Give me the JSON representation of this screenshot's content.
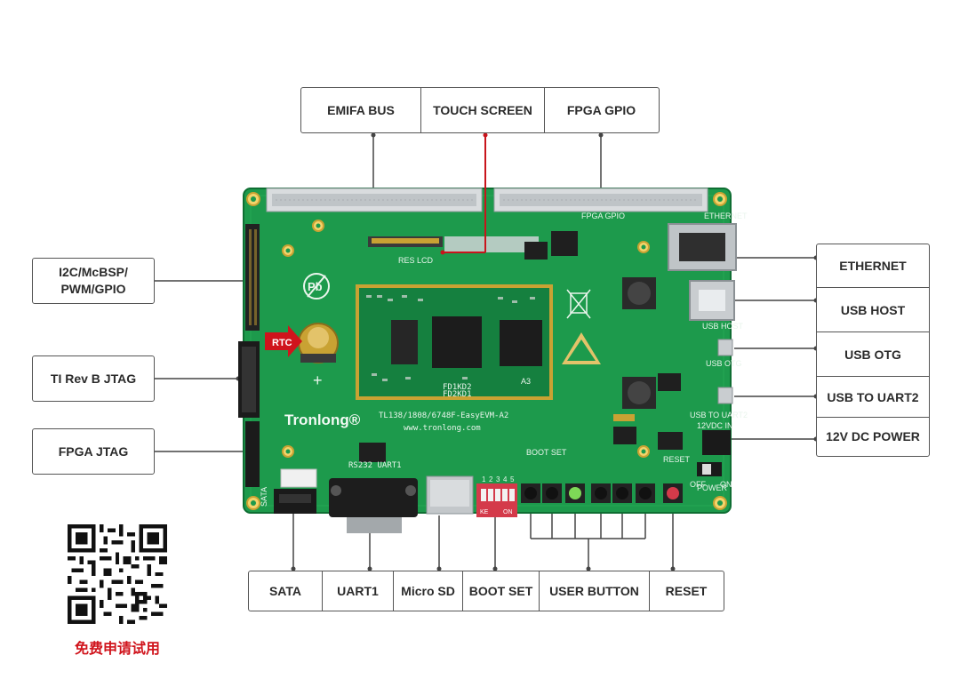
{
  "labels": {
    "top": [
      "EMIFA BUS",
      "TOUCH SCREEN",
      "FPGA GPIO"
    ],
    "left": [
      "I2C/McBSP/\nPWM/GPIO",
      "TI Rev B JTAG",
      "FPGA JTAG"
    ],
    "right": [
      "ETHERNET",
      "USB HOST",
      "USB OTG",
      "USB TO UART2",
      "12V DC POWER"
    ],
    "bottom": [
      "SATA",
      "UART1",
      "Micro SD",
      "BOOT SET",
      "USER BUTTON",
      "RESET"
    ]
  },
  "board": {
    "rtc_tag": "RTC",
    "brand": "Tronlong®",
    "model": "TL138/1808/6748F-EasyEVM-A2",
    "url": "www.tronlong.com",
    "res_lcd": "RES LCD",
    "rs232": "RS232 UART1",
    "boot_set": "BOOT SET",
    "reset": "RESET",
    "power": "POWER",
    "on": "ON",
    "off": "OFF",
    "dc_in": "12VDC IN",
    "dip_numbers": [
      "1",
      "2",
      "3",
      "4",
      "5"
    ],
    "dip_on": "ON",
    "dip_key": "KE",
    "ethernet_silk": "ETHERNET",
    "usb_host_silk": "USB HOST",
    "usb_otg_silk": "USB OTG",
    "usb_uart_silk": "USB TO UART2",
    "fpga_gpio_silk": "FPGA GPIO",
    "sata_silk": "SATA",
    "led_silk": "FD1KD2\nFD2KD1",
    "som_mark": "A3"
  },
  "qr": {
    "caption": "免费申请试用"
  },
  "colors": {
    "pcb": "#1d9a4c",
    "pcb_dark": "#127a3a",
    "leader_line": "#444444",
    "touch_line": "#c8141c",
    "rtc_arrow": "#d0141c",
    "caption": "#d0141c"
  }
}
